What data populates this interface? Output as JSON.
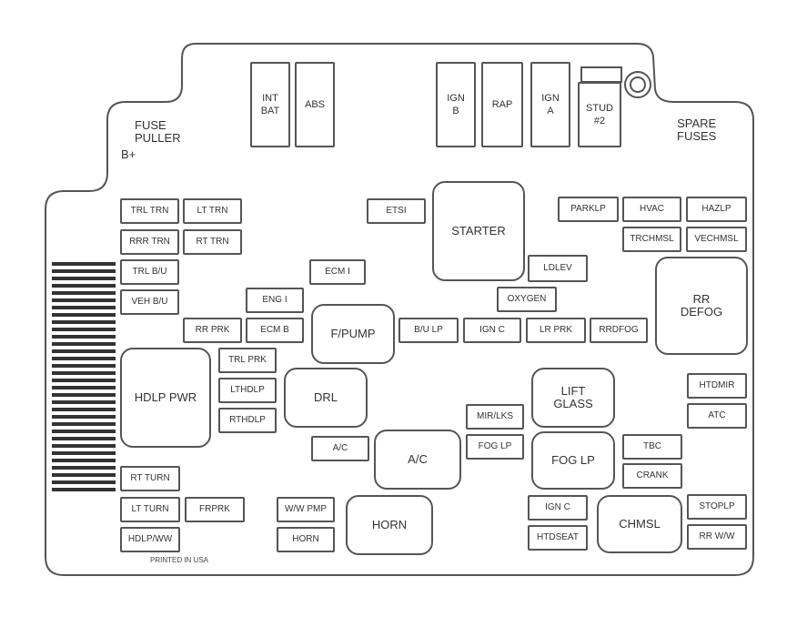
{
  "labels": {
    "fuse_puller": "FUSE\nPULLER",
    "b_plus": "B+",
    "spare_fuses": "SPARE\nFUSES",
    "printed": "PRINTED IN USA"
  },
  "fuses": {
    "int_bat": "INT\nBAT",
    "abs": "ABS",
    "ign_b": "IGN\nB",
    "rap": "RAP",
    "ign_a": "IGN\nA",
    "stud2": "STUD\n#2",
    "trl_trn": "TRL TRN",
    "lt_trn": "LT TRN",
    "rr_trn": "RRR TRN",
    "rt_trn": "RT TRN",
    "trl_bu": "TRL B/U",
    "veh_bu": "VEH B/U",
    "rr_prk": "RR PRK",
    "ecm1": "ECM I",
    "eng1": "ENG I",
    "ecm_b": "ECM B",
    "etsi": "ETSI",
    "starter": "STARTER",
    "ldlev": "LDLEV",
    "oxygen": "OXYGEN",
    "parklp": "PARKLP",
    "hvac": "HVAC",
    "hazlp": "HAZLP",
    "trchmsl": "TRCHMSL",
    "vechmsl": "VECHMSL",
    "rr_defog": "RR\nDEFOG",
    "fpump": "F/PUMP",
    "bulp": "B/U LP",
    "ign_c": "IGN C",
    "lr_prk": "LR PRK",
    "rrdfog": "RRDFOG",
    "hdlp_pwr": "HDLP PWR",
    "trl_prk": "TRL PRK",
    "lthdlp": "LTHDLP",
    "rthdlp": "RTHDLP",
    "drl": "DRL",
    "lift_glass": "LIFT\nGLASS",
    "htdmir": "HTDMIR",
    "atc": "ATC",
    "mirlks": "MIR/LKS",
    "foglp_small": "FOG LP",
    "ac_small": "A/C",
    "ac_big": "A/C",
    "fog_lp": "FOG LP",
    "tbc": "TBC",
    "crank": "CRANK",
    "rt_turn": "RT TURN",
    "lt_turn": "LT TURN",
    "frprk": "FRPRK",
    "hdlpww": "HDLP/WW",
    "ww_pmp": "W/W PMP",
    "horn_small": "HORN",
    "horn_big": "HORN",
    "ign_c2": "IGN C",
    "htdseat": "HTDSEAT",
    "chmsl": "CHMSL",
    "stoplp": "STOPLP",
    "rr_ww": "RR W/W"
  }
}
